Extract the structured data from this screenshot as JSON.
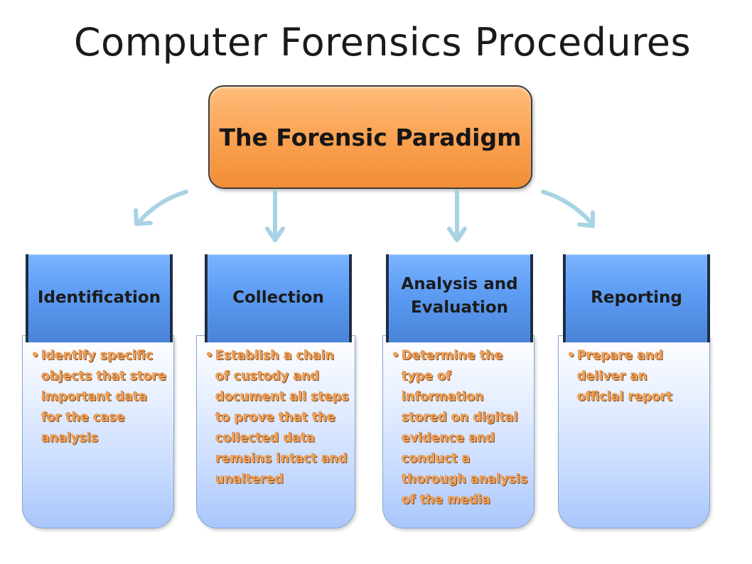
{
  "title": "Computer Forensics Procedures",
  "root": {
    "label": "The Forensic Paradigm"
  },
  "colors": {
    "root_fill": "#f9a04f",
    "stage_fill": "#5d9cf3",
    "arrow": "#a8d3e4",
    "bullet_text": "#f0a15a"
  },
  "stages": [
    {
      "label": "Identification",
      "bullet": "Identify specific objects that store important data for the case analysis"
    },
    {
      "label": "Collection",
      "bullet": "Establish a chain of custody and document all steps to prove that the collected data remains intact and unaltered"
    },
    {
      "label": "Analysis and Evaluation",
      "bullet": "Determine the type of information stored on digital evidence and conduct a thorough analysis of the media"
    },
    {
      "label": "Reporting",
      "bullet": "Prepare and deliver an official report"
    }
  ]
}
